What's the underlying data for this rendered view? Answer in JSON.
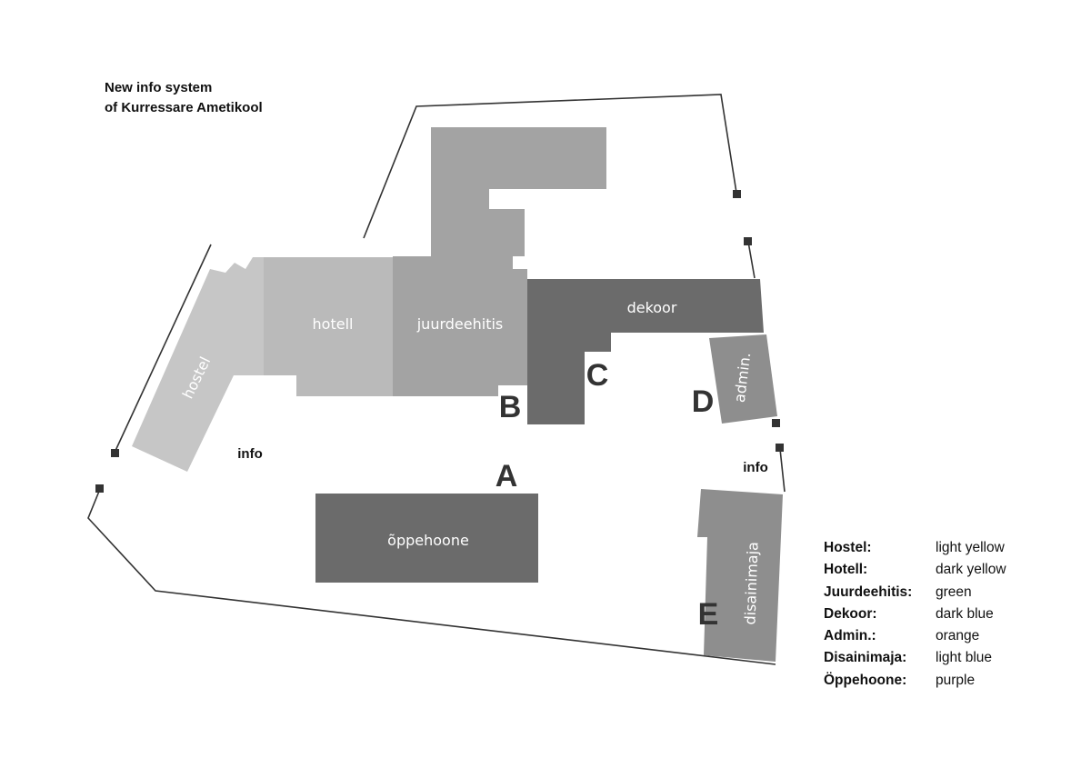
{
  "title": {
    "line1": "New info system",
    "line2": "of Kurressare Ametikool"
  },
  "colors": {
    "light_gray": "#c6c6c6",
    "mid_gray": "#bababa",
    "gray": "#a3a3a3",
    "dark_gray": "#6b6b6b",
    "admin_gray": "#8e8e8e",
    "outline": "#333333"
  },
  "buildings": {
    "hostel": "hostel",
    "hotell": "hotell",
    "juurdeehitis": "juurdeehitis",
    "dekoor": "dekoor",
    "admin": "admin.",
    "oppehoone": "õppehoone",
    "disainimaja": "disainimaja"
  },
  "letters": {
    "a": "A",
    "b": "B",
    "c": "C",
    "d": "D",
    "e": "E"
  },
  "info_labels": {
    "left": "info",
    "right": "info"
  },
  "legend": [
    {
      "key": "Hostel:",
      "value": "light yellow"
    },
    {
      "key": "Hotell:",
      "value": "dark yellow"
    },
    {
      "key": "Juurdeehitis:",
      "value": "green"
    },
    {
      "key": "Dekoor:",
      "value": "dark blue"
    },
    {
      "key": "Admin.:",
      "value": "orange"
    },
    {
      "key": "Disainimaja:",
      "value": "light blue"
    },
    {
      "key": "Öppehoone:",
      "value": "purple"
    }
  ]
}
